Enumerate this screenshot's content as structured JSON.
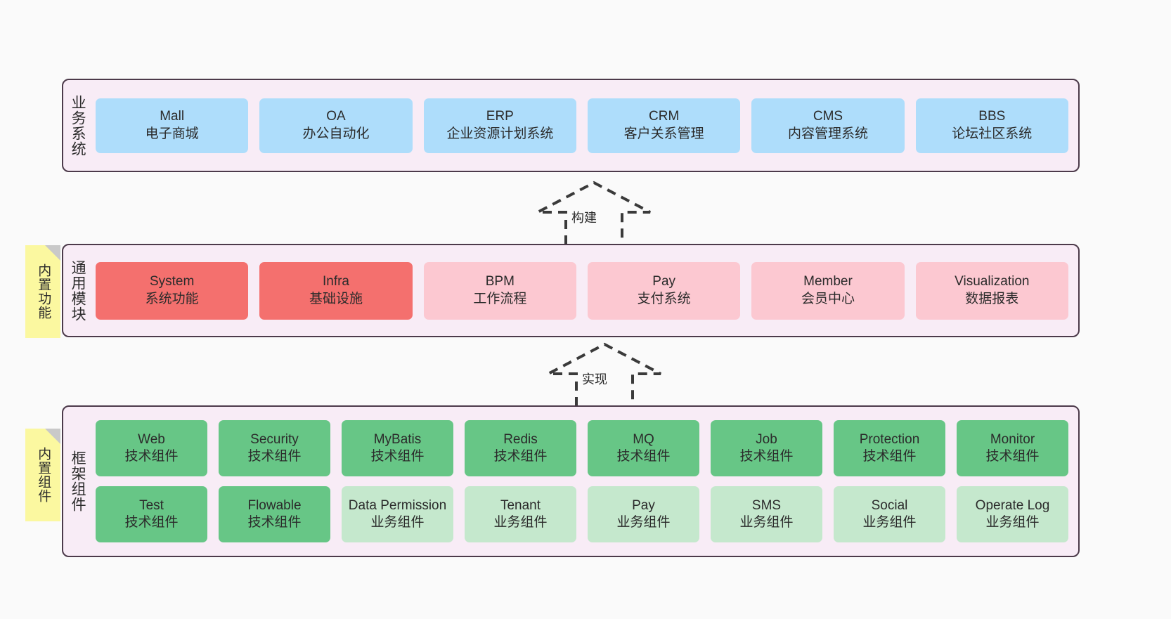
{
  "diagram": {
    "background_color": "#fafafa",
    "layer_bg_color": "#f8ecf6",
    "layer_border_color": "#4c3a4a",
    "note_color": "#fbf8a0"
  },
  "notes": [
    {
      "id": "builtin-function",
      "label": "内置功能"
    },
    {
      "id": "builtin-component",
      "label": "内置组件"
    }
  ],
  "arrows": [
    {
      "id": "build",
      "label": "构建",
      "style": "dashed-block-arrow-up"
    },
    {
      "id": "implement",
      "label": "实现",
      "style": "dashed-block-arrow-up"
    }
  ],
  "layers": [
    {
      "id": "business-system",
      "title": "业务系统",
      "color": "#aeddfb",
      "nodes": [
        {
          "title": "Mall",
          "sub": "电子商城"
        },
        {
          "title": "OA",
          "sub": "办公自动化"
        },
        {
          "title": "ERP",
          "sub": "企业资源计划系统"
        },
        {
          "title": "CRM",
          "sub": "客户关系管理"
        },
        {
          "title": "CMS",
          "sub": "内容管理系统"
        },
        {
          "title": "BBS",
          "sub": "论坛社区系统"
        }
      ]
    },
    {
      "id": "common-module",
      "title": "通用模块",
      "colors": {
        "strong": "#f4706e",
        "soft": "#fcc8d1"
      },
      "nodes": [
        {
          "title": "System",
          "sub": "系统功能",
          "variant": "red"
        },
        {
          "title": "Infra",
          "sub": "基础设施",
          "variant": "red"
        },
        {
          "title": "BPM",
          "sub": "工作流程",
          "variant": "pink"
        },
        {
          "title": "Pay",
          "sub": "支付系统",
          "variant": "pink"
        },
        {
          "title": "Member",
          "sub": "会员中心",
          "variant": "pink"
        },
        {
          "title": "Visualization",
          "sub": "数据报表",
          "variant": "pink"
        }
      ]
    },
    {
      "id": "framework-component",
      "title": "框架组件",
      "colors": {
        "tech": "#67c686",
        "business": "#c5e8cd"
      },
      "row1": [
        {
          "title": "Web",
          "sub": "技术组件"
        },
        {
          "title": "Security",
          "sub": "技术组件"
        },
        {
          "title": "MyBatis",
          "sub": "技术组件"
        },
        {
          "title": "Redis",
          "sub": "技术组件"
        },
        {
          "title": "MQ",
          "sub": "技术组件"
        },
        {
          "title": "Job",
          "sub": "技术组件"
        },
        {
          "title": "Protection",
          "sub": "技术组件"
        },
        {
          "title": "Monitor",
          "sub": "技术组件"
        }
      ],
      "row2": [
        {
          "title": "Test",
          "sub": "技术组件",
          "variant": "tech"
        },
        {
          "title": "Flowable",
          "sub": "技术组件",
          "variant": "tech"
        },
        {
          "title": "Data Permission",
          "sub": "业务组件",
          "variant": "business"
        },
        {
          "title": "Tenant",
          "sub": "业务组件",
          "variant": "business"
        },
        {
          "title": "Pay",
          "sub": "业务组件",
          "variant": "business"
        },
        {
          "title": "SMS",
          "sub": "业务组件",
          "variant": "business"
        },
        {
          "title": "Social",
          "sub": "业务组件",
          "variant": "business"
        },
        {
          "title": "Operate Log",
          "sub": "业务组件",
          "variant": "business"
        }
      ]
    }
  ]
}
